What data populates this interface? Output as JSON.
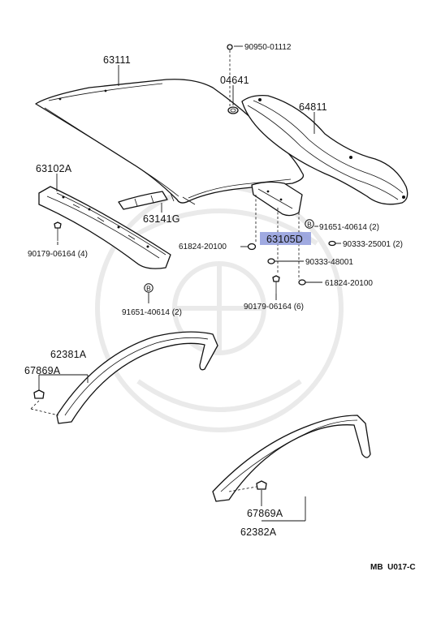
{
  "parts": {
    "p63111": "63111",
    "p90950": "90950-01112",
    "p04641": "04641",
    "p64811": "64811",
    "p63102A": "63102A",
    "p63141G": "63141G",
    "p91651_right": "91651-40614 (2)",
    "p61824_left": "61824-20100",
    "p63105D": "63105D",
    "p90333_25001": "90333-25001 (2)",
    "p90179_left": "90179-06164 (4)",
    "p90333_48001": "90333-48001",
    "p61824_right": "61824-20100",
    "p90179_right": "90179-06164 (6)",
    "p91651_left": "91651-40614 (2)",
    "p62381A": "62381A",
    "p67869A_left": "67869A",
    "p67869A_right": "67869A",
    "p62382A": "62382A",
    "marker_b": "B"
  },
  "footer_code": "MB  U017-C",
  "highlight_color": "#8f9bdc"
}
